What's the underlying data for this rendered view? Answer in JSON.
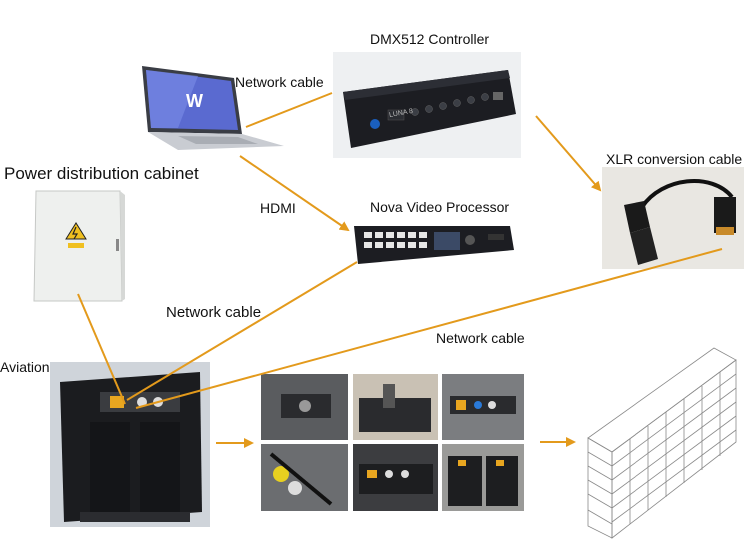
{
  "labels": {
    "dmx_controller": "DMX512 Controller",
    "network_cable_1": "Network cable",
    "xlr_cable": "XLR conversion cable",
    "power_cabinet": "Power distribution cabinet",
    "hdmi": "HDMI",
    "nova_processor": "Nova Video Processor",
    "network_cable_2": "Network cable",
    "network_cable_3": "Network cable",
    "aviation_plug": "Aviation plug wire"
  },
  "device_text": {
    "dmx_brand": "LUNA 8"
  },
  "colors": {
    "connector_line": "#e39a1c",
    "device_dark": "#1c1d22",
    "cabinet_body": "#eef0ee"
  }
}
